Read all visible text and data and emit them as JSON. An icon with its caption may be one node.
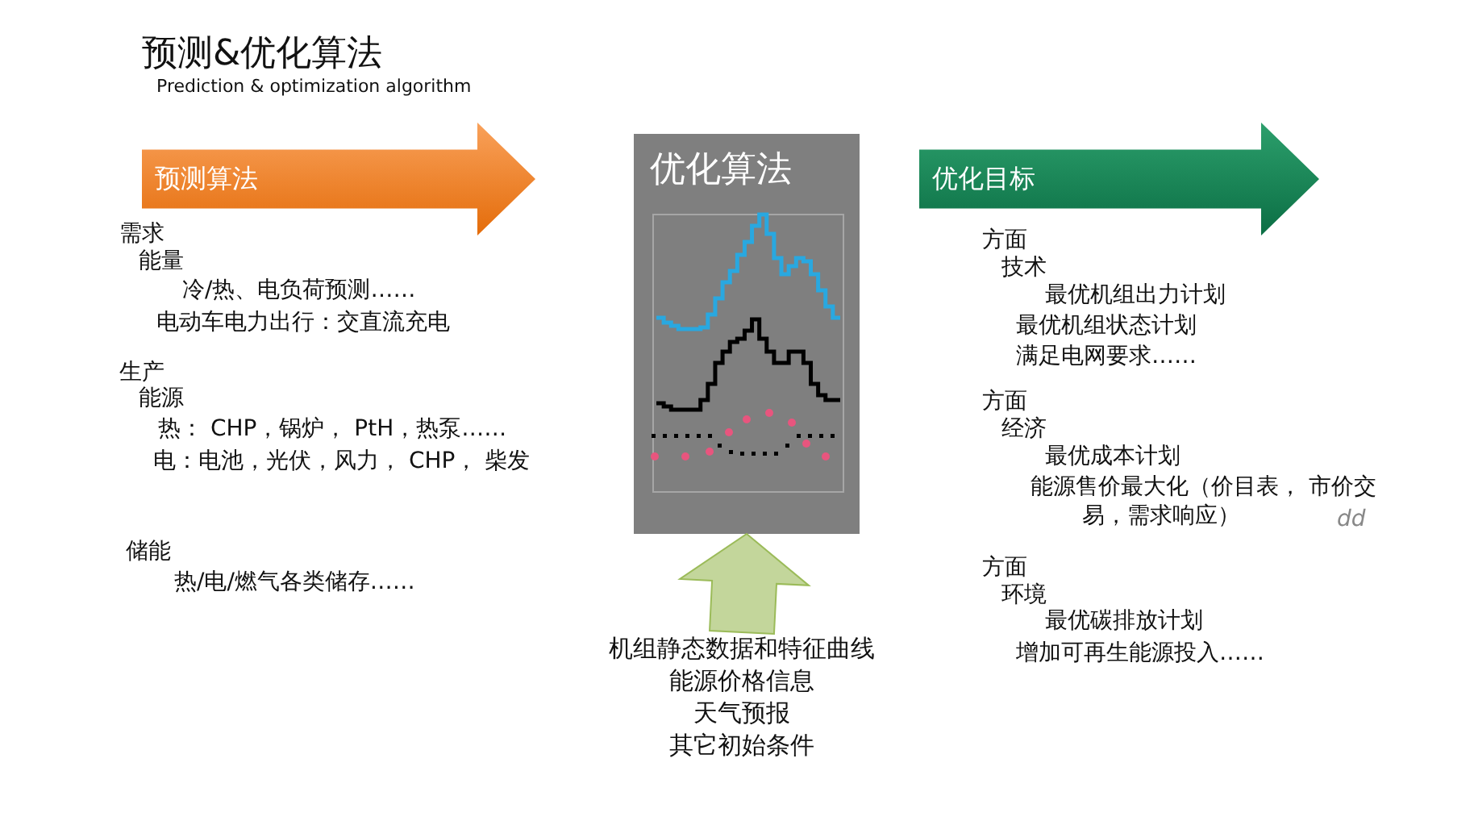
{
  "diagram": {
    "title": "预测&优化算法",
    "nodes": [
      {
        "text": [
          "预测算法"
        ]
      },
      {
        "text": [
          "优化算法"
        ]
      },
      {
        "text": [
          "优化目标"
        ]
      },
      {
        "text": [
          "机组静态数据和特征曲线",
          "能源价格信息",
          "天气预报",
          "其它初始条件"
        ]
      }
    ],
    "edges": [
      {
        "from": 3,
        "to": 1,
        "arrow": "to",
        "style": "thick",
        "color": "#c3d69b"
      }
    ],
    "labels": [
      "Prediction & optimization algorithm",
      "需求",
      "能量",
      "冷/热、电负荷预测……",
      "电动车电力出行：交直流充电",
      "生产",
      "能源",
      "热： CHP，锅炉， PtH，热泵……",
      "电：电池，光伏，风力， CHP， 柴发",
      "储能",
      "热/电/燃气各类储存……",
      "方面",
      "技术",
      "最优机组出力计划",
      "最优机组状态计划",
      "满足电网要求……",
      "方面",
      "经济",
      "最优成本计划",
      "能源售价最大化（价目表， 市价交易，需求响应）",
      "dd",
      "方面",
      "环境",
      "最优碳排放计划",
      "增加可再生能源投入……"
    ]
  }
}
